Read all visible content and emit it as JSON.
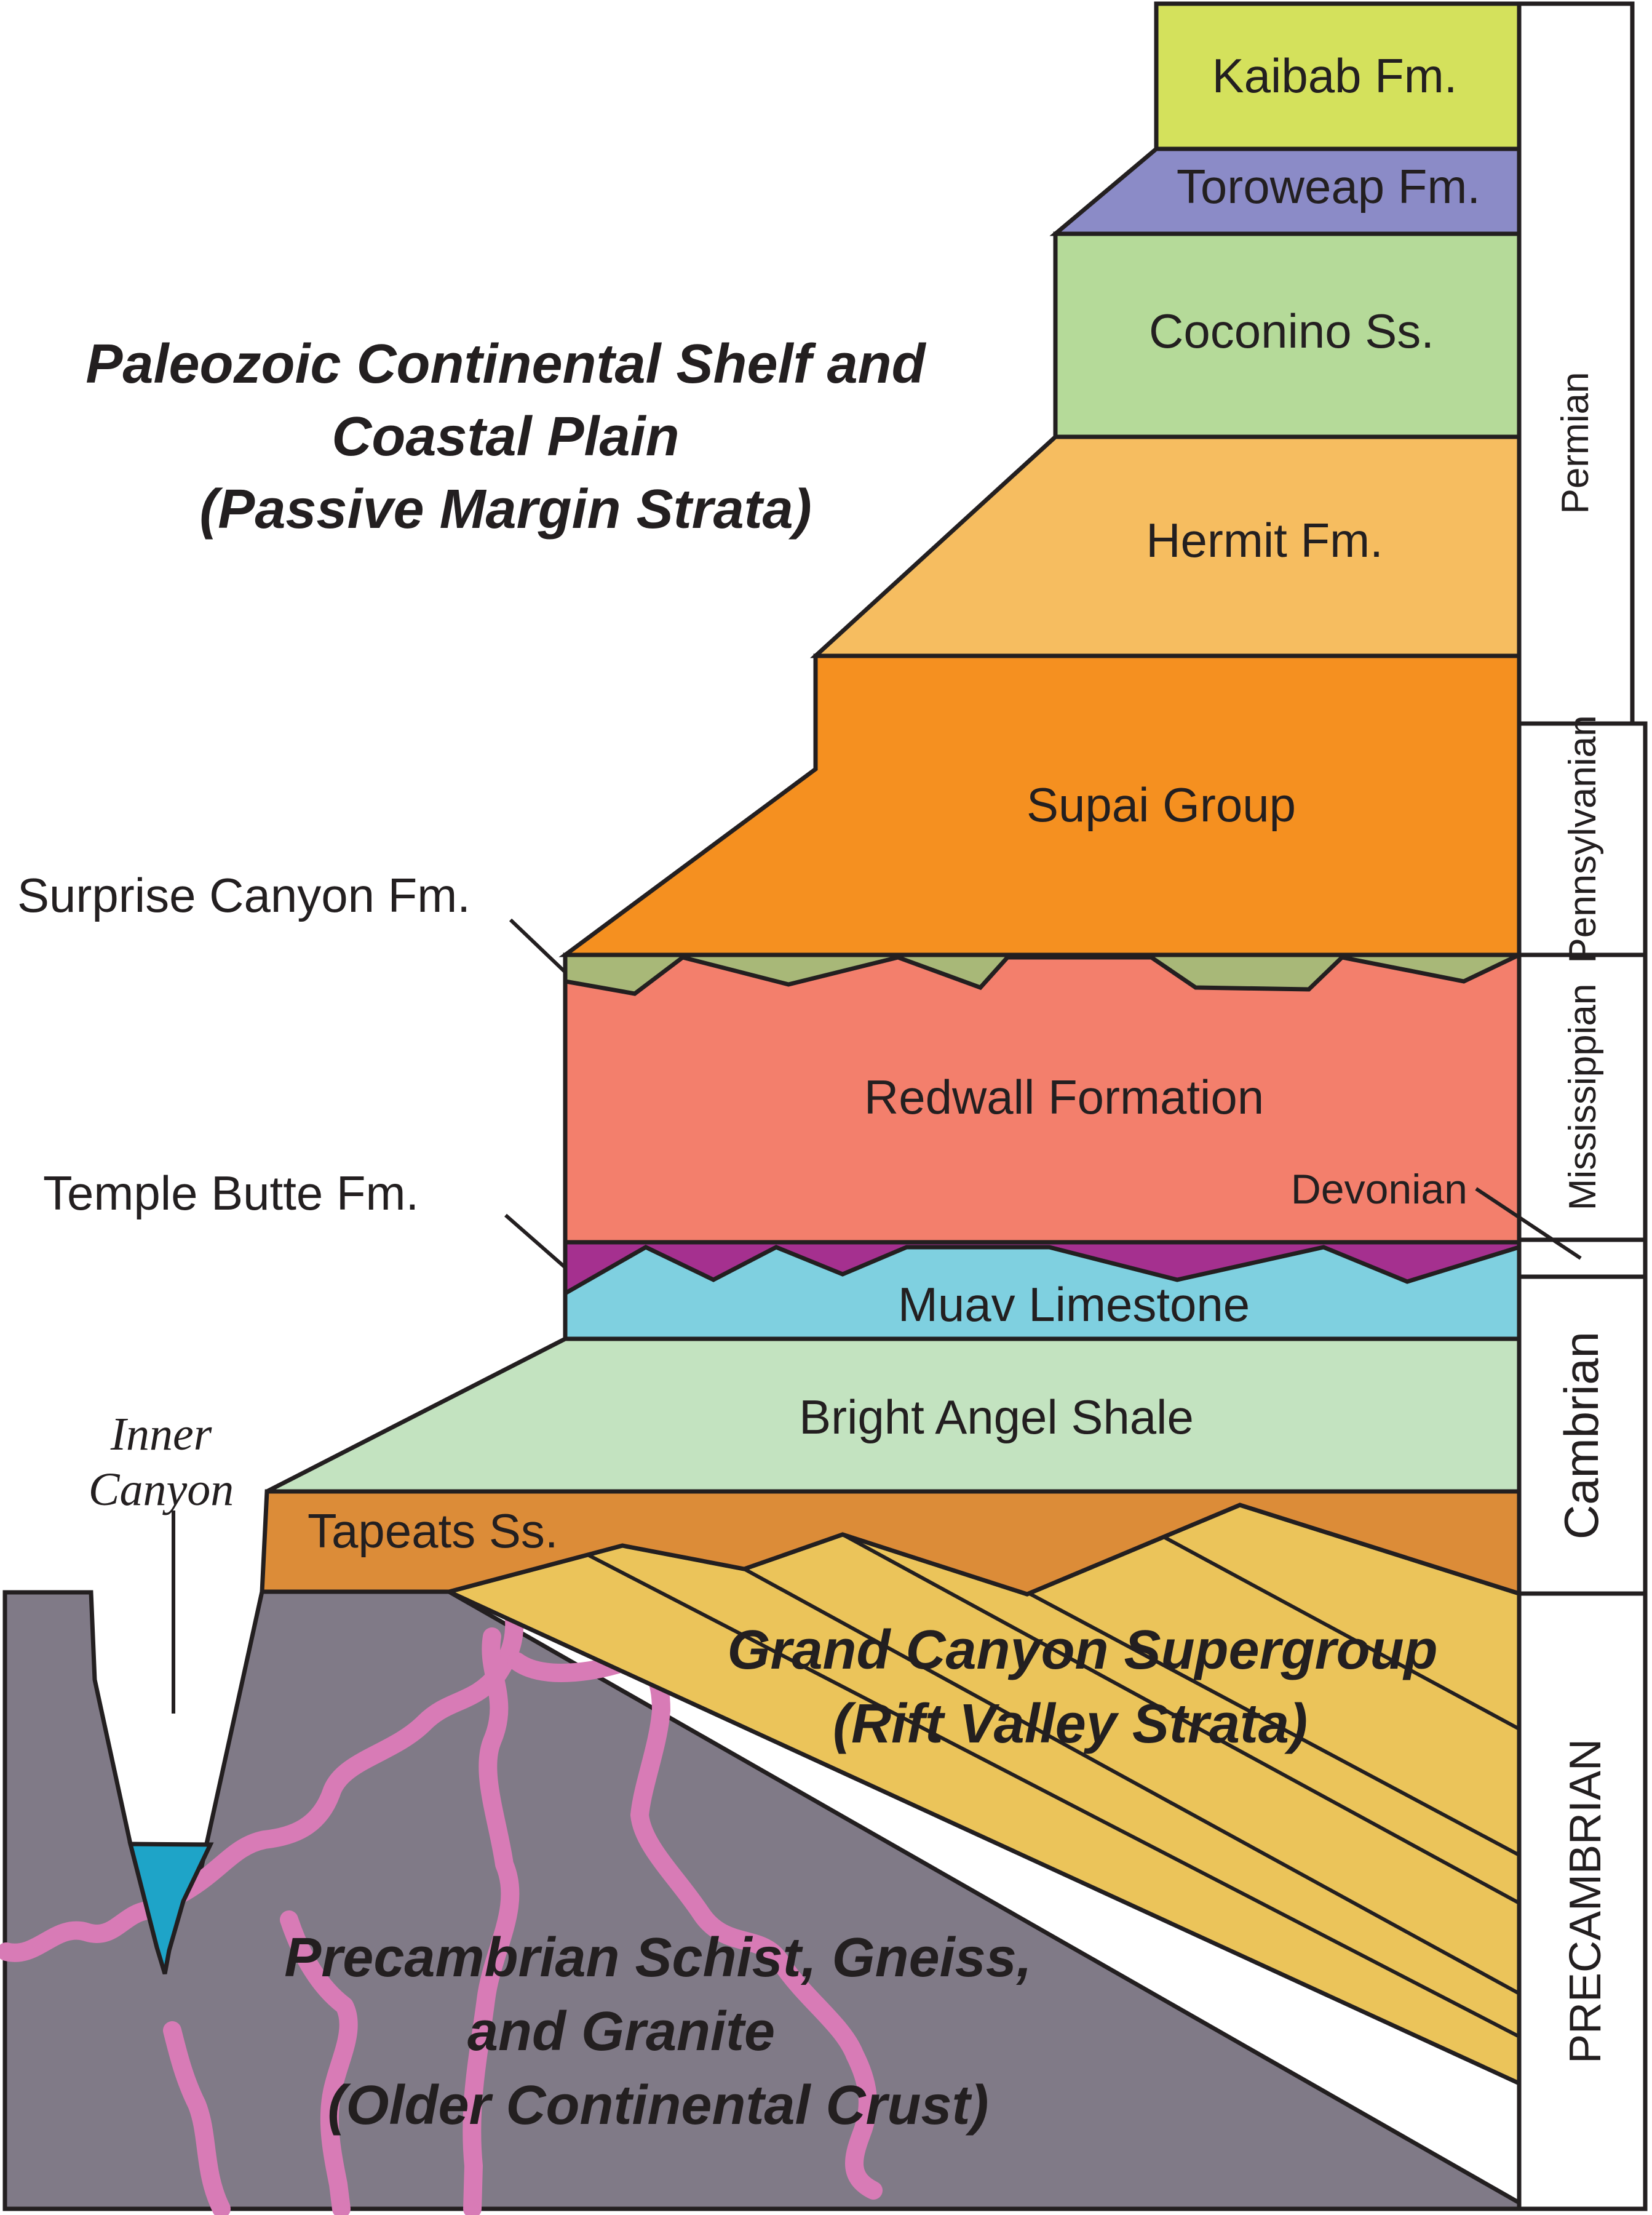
{
  "colors": {
    "kaibab": "#d4e15c",
    "toroweap": "#8b8bc7",
    "coconino": "#b5da99",
    "hermit": "#f6bd60",
    "supai": "#f59020",
    "surprise_canyon": "#a8b878",
    "redwall": "#f37f6c",
    "temple_butte": "#a5308f",
    "muav": "#7fd0e0",
    "bright_angel": "#c3e3c0",
    "tapeats": "#dc8c38",
    "supergroup": "#ebc45a",
    "basement": "#807a87",
    "veins": "#d87bb6",
    "river": "#1ea4c8",
    "outline": "#231f20"
  },
  "labels": {
    "kaibab": "Kaibab Fm.",
    "toroweap": "Toroweap Fm.",
    "coconino": "Coconino Ss.",
    "hermit": "Hermit Fm.",
    "supai": "Supai Group",
    "surprise_canyon": "Surprise Canyon Fm.",
    "redwall": "Redwall Formation",
    "temple_butte": "Temple Butte Fm.",
    "muav": "Muav Limestone",
    "bright_angel": "Bright Angel Shale",
    "tapeats": "Tapeats Ss."
  },
  "headings": {
    "paleozoic": [
      "Paleozoic Continental Shelf and",
      "Coastal Plain",
      "(Passive Margin Strata)"
    ],
    "supergroup": [
      "Grand Canyon Supergroup",
      "(Rift Valley Strata)"
    ],
    "basement": [
      "Precambrian Schist, Gneiss,",
      "and Granite",
      "(Older Continental Crust)"
    ]
  },
  "inner_canyon": [
    "Inner",
    "Canyon"
  ],
  "periods": {
    "permian": "Permian",
    "pennsylvanian": "Pennsylvanian",
    "mississippian": "Mississippian",
    "devonian": "Devonian",
    "cambrian": "Cambrian",
    "precambrian": "PRECAMBRIAN"
  }
}
